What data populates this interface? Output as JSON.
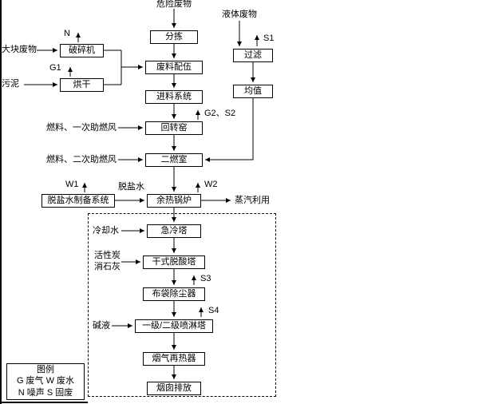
{
  "colors": {
    "line": "#000000",
    "background": "#ffffff"
  },
  "flow": {
    "hazardous_waste": "危险废物",
    "sorting": "分拣",
    "blending": "废料配伍",
    "feeding_system": "进料系统",
    "rotary_kiln": "回转窑",
    "secondary_chamber": "二燃室",
    "waste_heat_boiler": "余热锅炉",
    "quench_tower": "急冷塔",
    "dry_deacid_tower": "干式脱酸塔",
    "bag_filter": "布袋除尘器",
    "spray_tower": "一级/二级喷淋塔",
    "flue_gas_reheater": "烟气再热器",
    "stack_emission": "烟囱排放"
  },
  "pretreatment": {
    "bulk_waste": "大块废物",
    "crusher": "破碎机",
    "sludge": "污泥",
    "dryer": "烘干",
    "liquid_waste": "液体废物",
    "filter": "过滤",
    "homogenizer": "均值"
  },
  "inputs": {
    "fuel_primary_air": "燃料、一次助燃风",
    "fuel_secondary_air": "燃料、二次助燃风",
    "demin_water_system": "脱盐水制备系统",
    "demin_water": "脱盐水",
    "cooling_water": "冷却水",
    "activated_carbon": "活性炭",
    "slaked_lime": "消石灰",
    "alkali_liquor": "碱液"
  },
  "emissions": {
    "noise": "N",
    "g1": "G1",
    "s1": "S1",
    "g2_s2": "G2、S2",
    "w1": "W1",
    "w2": "W2",
    "s3": "S3",
    "s4": "S4",
    "steam_use": "蒸汽利用"
  },
  "legend": {
    "title": "图例",
    "row1": "G 废气 W 废水",
    "row2": "N 噪声 S 固废"
  }
}
